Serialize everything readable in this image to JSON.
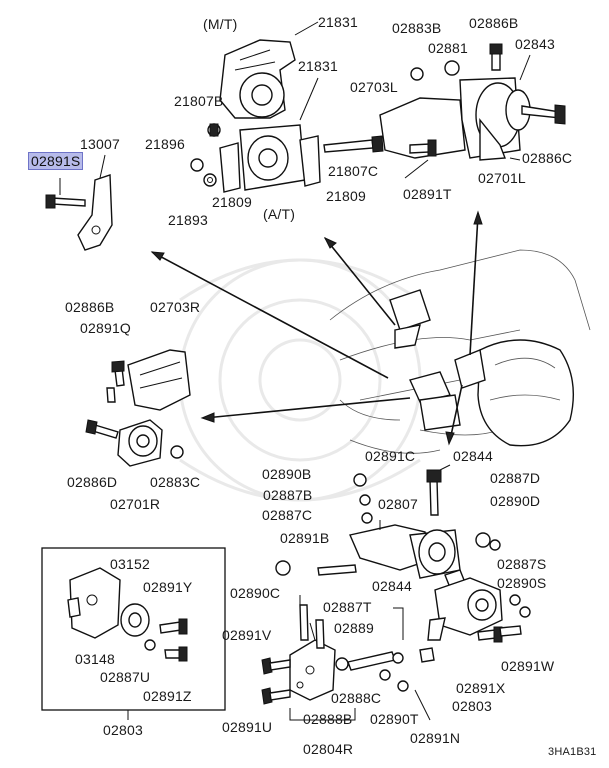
{
  "labels": {
    "mt": "(M/T)",
    "at": "(A/T)",
    "p21831_top": "21831",
    "p21831": "21831",
    "p21807b": "21807B",
    "p21896": "21896",
    "p21893": "21893",
    "p21809_l": "21809",
    "p21809_r": "21809",
    "p21807c": "21807C",
    "p02883b": "02883B",
    "p02886b_top": "02886B",
    "p02881": "02881",
    "p02843": "02843",
    "p02703l": "02703L",
    "p02886c": "02886C",
    "p02701l": "02701L",
    "p02891t": "02891T",
    "p13007": "13007",
    "p02891s": "02891S",
    "p02886b": "02886B",
    "p02703r": "02703R",
    "p02891q": "02891Q",
    "p02886d": "02886D",
    "p02883c": "02883C",
    "p02701r": "02701R",
    "p02890b": "02890B",
    "p02891c": "02891C",
    "p02844_top": "02844",
    "p02887d": "02887D",
    "p02887b": "02887B",
    "p02890d": "02890D",
    "p02887c": "02887C",
    "p02807": "02807",
    "p02891b": "02891B",
    "p02844": "02844",
    "p02887s": "02887S",
    "p02890c": "02890C",
    "p02890s": "02890S",
    "p02887t": "02887T",
    "p02889": "02889",
    "p02891v": "02891V",
    "p02891w": "02891W",
    "p02891x": "02891X",
    "p02888c": "02888C",
    "p02803": "02803",
    "p02891u": "02891U",
    "p02888b": "02888B",
    "p02890t": "02890T",
    "p02891n": "02891N",
    "p02804r": "02804R",
    "p03152": "03152",
    "p02891y": "02891Y",
    "p03148": "03148",
    "p02887u": "02887U",
    "p02891z": "02891Z",
    "p02803_box": "02803",
    "code": "3HA1B31"
  },
  "colors": {
    "highlight_fill": "#b7bbea",
    "highlight_border": "#6f74c8",
    "ink": "#111111"
  }
}
